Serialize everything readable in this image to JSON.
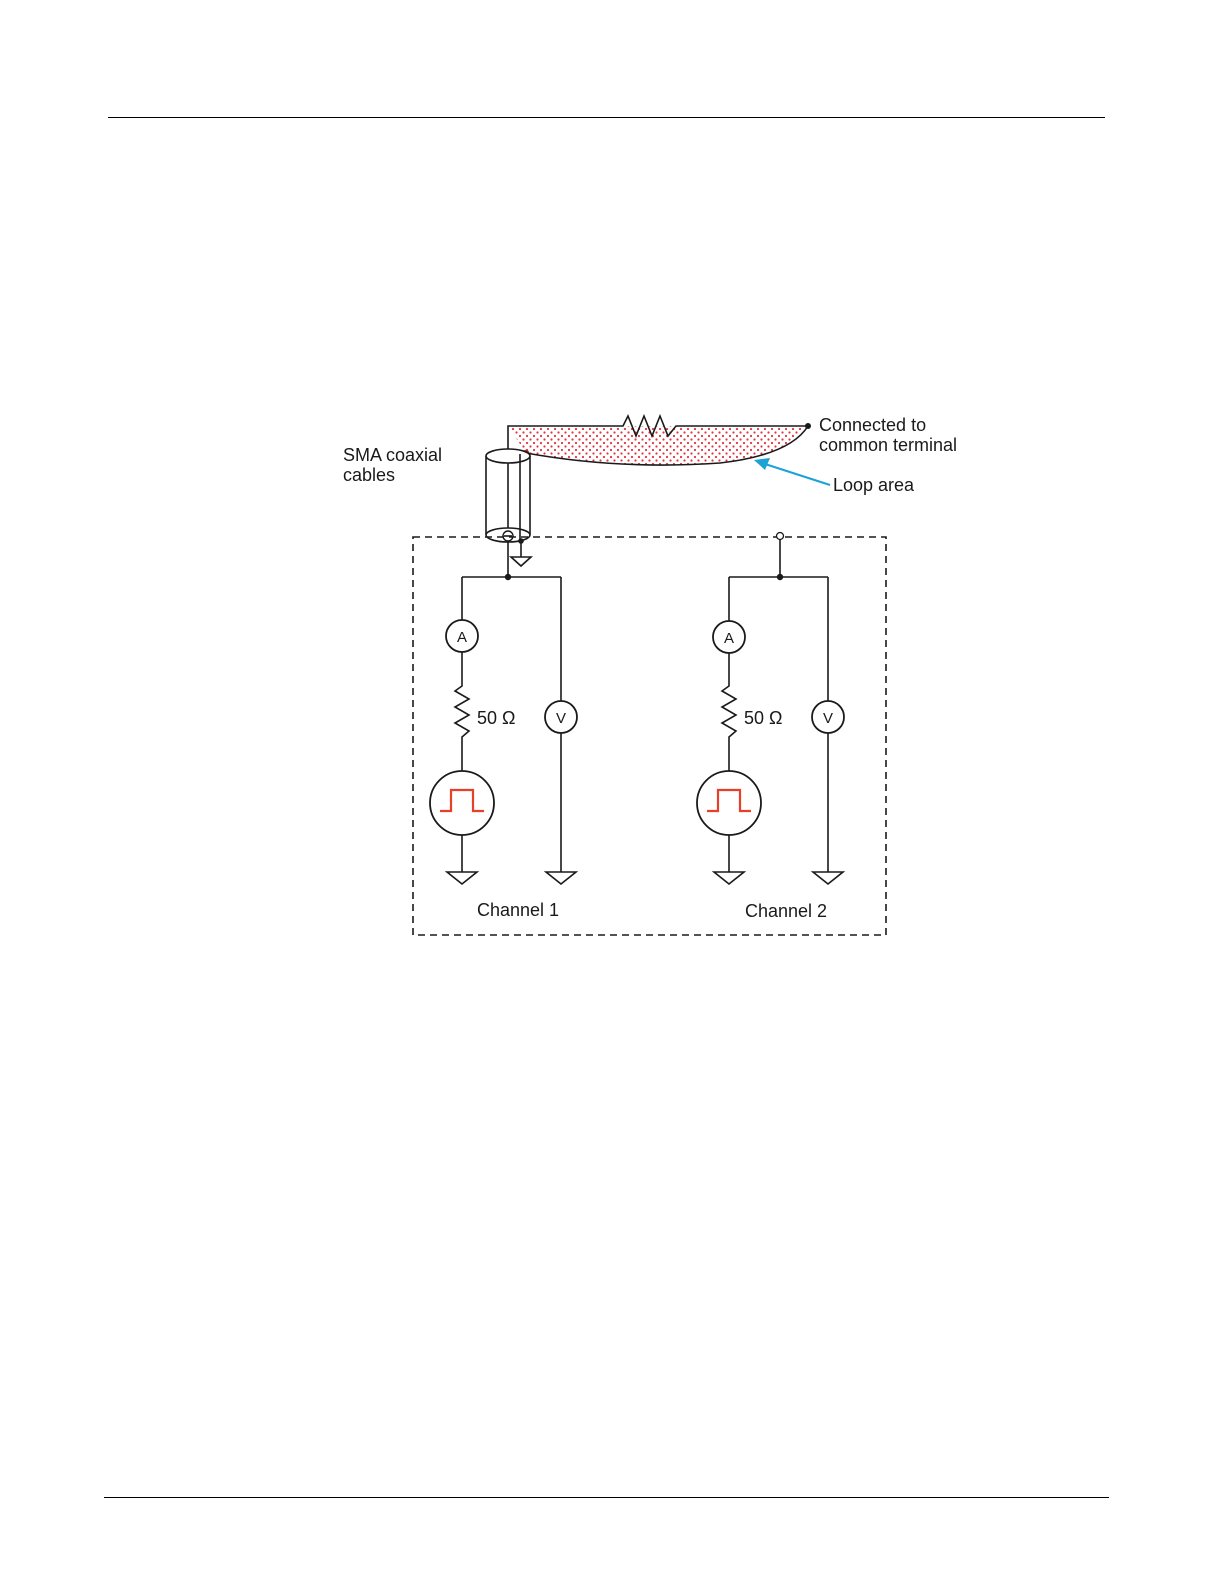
{
  "labels": {
    "sma": [
      "SMA coaxial",
      "cables"
    ],
    "connected": [
      "Connected to",
      "common terminal"
    ],
    "loop_area": "Loop area",
    "channel1": "Channel 1",
    "channel2": "Channel 2",
    "ch1_resistor": "50 Ω",
    "ch2_resistor": "50 Ω",
    "ammeter": "A",
    "voltmeter": "V"
  },
  "colors": {
    "loop_dots": "#e3343f",
    "pulse": "#e83f2a",
    "arrow": "#1ba2d6",
    "line": "#1a1a1a"
  },
  "icons": {
    "ammeter": "ammeter-circle-icon",
    "voltmeter": "voltmeter-circle-icon",
    "pulse_source": "pulse-source-icon",
    "ground": "ground-triangle-icon",
    "resistor": "resistor-zigzag-icon",
    "coax": "coaxial-cable-icon"
  }
}
